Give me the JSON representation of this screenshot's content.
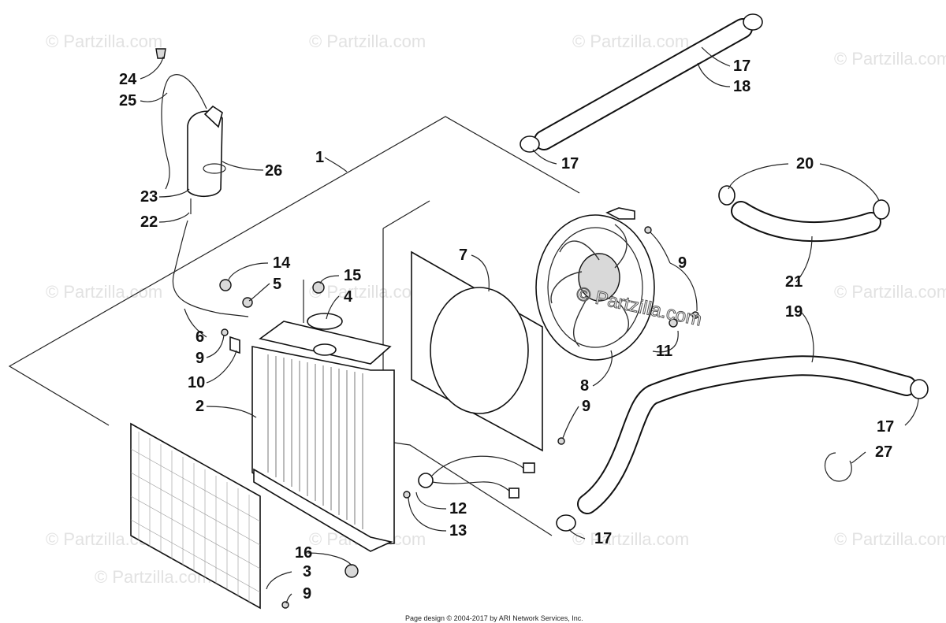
{
  "watermarks": [
    {
      "text": "© Partzilla.com"
    },
    {
      "text": "© Partzilla.com"
    },
    {
      "text": "© Partzilla.com"
    },
    {
      "text": "© Partzilla.com"
    },
    {
      "text": "© Partzilla.com"
    },
    {
      "text": "© Partzilla.com"
    },
    {
      "text": "© Partzilla.com"
    },
    {
      "text": "© Partzilla.com"
    },
    {
      "text": "© Partzilla.com"
    },
    {
      "text": "© Partzilla.com"
    },
    {
      "text": "© Partzilla.com"
    },
    {
      "text": "© Partzilla.com"
    }
  ],
  "center_watermark": "© Partzilla.com",
  "callouts": [
    {
      "id": "c24",
      "label": "24"
    },
    {
      "id": "c25",
      "label": "25"
    },
    {
      "id": "c26",
      "label": "26"
    },
    {
      "id": "c23",
      "label": "23"
    },
    {
      "id": "c22",
      "label": "22"
    },
    {
      "id": "c1",
      "label": "1"
    },
    {
      "id": "c14",
      "label": "14"
    },
    {
      "id": "c5",
      "label": "5"
    },
    {
      "id": "c15",
      "label": "15"
    },
    {
      "id": "c4",
      "label": "4"
    },
    {
      "id": "c6",
      "label": "6"
    },
    {
      "id": "c9a",
      "label": "9"
    },
    {
      "id": "c10",
      "label": "10"
    },
    {
      "id": "c2",
      "label": "2"
    },
    {
      "id": "c7",
      "label": "7"
    },
    {
      "id": "c9b",
      "label": "9"
    },
    {
      "id": "c11",
      "label": "11"
    },
    {
      "id": "c8",
      "label": "8"
    },
    {
      "id": "c9c",
      "label": "9"
    },
    {
      "id": "c12",
      "label": "12"
    },
    {
      "id": "c13",
      "label": "13"
    },
    {
      "id": "c16",
      "label": "16"
    },
    {
      "id": "c3",
      "label": "3"
    },
    {
      "id": "c9d",
      "label": "9"
    },
    {
      "id": "c17a",
      "label": "17"
    },
    {
      "id": "c18",
      "label": "18"
    },
    {
      "id": "c17b",
      "label": "17"
    },
    {
      "id": "c20",
      "label": "20"
    },
    {
      "id": "c21",
      "label": "21"
    },
    {
      "id": "c19",
      "label": "19"
    },
    {
      "id": "c17c",
      "label": "17"
    },
    {
      "id": "c27",
      "label": "27"
    },
    {
      "id": "c17d",
      "label": "17"
    }
  ],
  "footer": "Page design © 2004-2017 by ARI Network Services, Inc."
}
